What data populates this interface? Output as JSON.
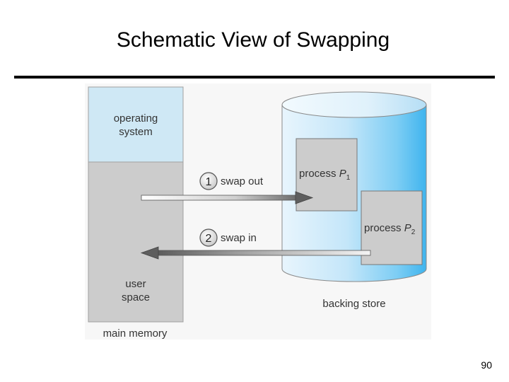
{
  "slide": {
    "title": "Schematic View of Swapping",
    "page_number": "90"
  },
  "diagram": {
    "memory": {
      "os_label_line1": "operating",
      "os_label_line2": "system",
      "user_label_line1": "user",
      "user_label_line2": "space",
      "caption": "main memory"
    },
    "store": {
      "caption": "backing store",
      "process1_prefix": "process ",
      "process1_var": "P",
      "process1_sub": "1",
      "process2_prefix": "process ",
      "process2_var": "P",
      "process2_sub": "2"
    },
    "steps": [
      {
        "number": "1",
        "label": "swap out"
      },
      {
        "number": "2",
        "label": "swap in"
      }
    ]
  },
  "colors": {
    "os_region": "#cfe8f5",
    "user_region": "#cccccc",
    "cylinder_light": "#e6f4fc",
    "cylinder_dark": "#3fb7ef",
    "process_box": "#cccccc",
    "step_circle": "#d8d8d8",
    "arrow_dark": "#666666"
  }
}
